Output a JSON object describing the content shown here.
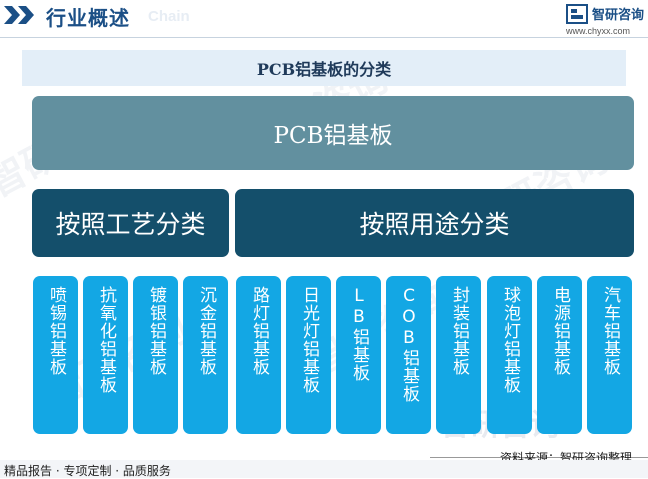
{
  "header": {
    "title": "行业概述",
    "ghost_text": "Chain",
    "logo_name": "智研咨询",
    "logo_url": "www.chyxx.com"
  },
  "diagram": {
    "title": "PCB铝基板的分类",
    "root": "PCB铝基板",
    "categories": [
      {
        "label": "按照工艺分类",
        "leaves": [
          "喷锡铝基板",
          "抗氧化铝基板",
          "镀银铝基板",
          "沉金铝基板"
        ]
      },
      {
        "label": "按照用途分类",
        "leaves": [
          "路灯铝基板",
          "日光灯铝基板",
          "LB铝基板",
          "COB铝基板",
          "封装铝基板",
          "球泡灯铝基板",
          "电源铝基板",
          "汽车铝基板"
        ]
      }
    ]
  },
  "footer": {
    "left": "精品报告 · 专项定制 · 品质服务",
    "source": "资料来源：智研咨询整理"
  },
  "watermark_text": "智研咨询",
  "colors": {
    "header_title": "#1b4f86",
    "title_bar_bg": "#e3eef8",
    "root_bg": "#62909f",
    "category_bg": "#144f6b",
    "leaf_bg": "#13a7e4"
  }
}
